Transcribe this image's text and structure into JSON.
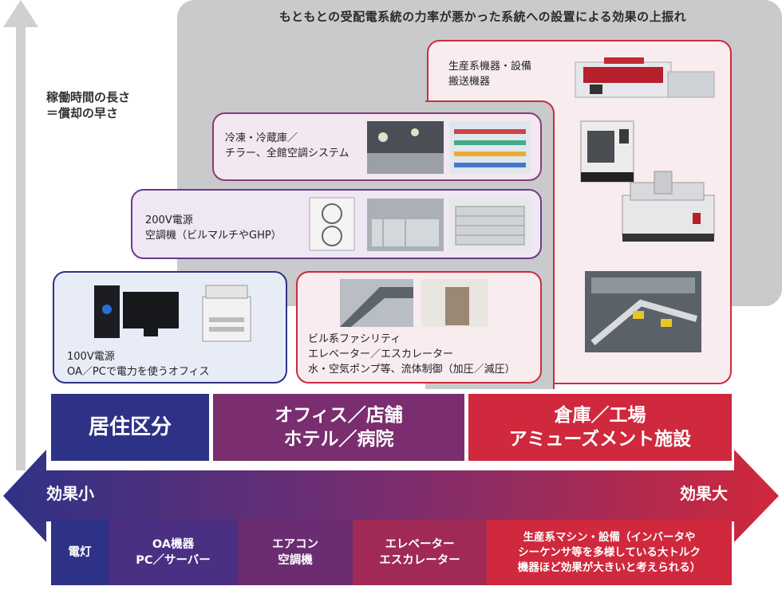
{
  "header": {
    "title": "もともとの受配電系統の力率が悪かった系統への設置による効果の上振れ"
  },
  "y_axis": {
    "label": "稼働時間の長さ\n＝償却の早さ"
  },
  "boxes": {
    "production": {
      "text": "生産系機器・設備\n搬送機器"
    },
    "refrigeration": {
      "text": "冷凍・冷蔵庫／\nチラー、全館空調システム"
    },
    "aircon200": {
      "text": "200V電源\n空調機（ビルマルチやGHP）"
    },
    "office100": {
      "text": "100V電源\nOA／PCで電力を使うオフィス"
    },
    "facility": {
      "text": "ビル系ファシリティ\nエレベーター／エスカレーター\n水・空気ポンプ等、流体制御（加圧／減圧）"
    }
  },
  "categories": [
    {
      "label": "居住区分",
      "color": "#2e3286"
    },
    {
      "label": "オフィス／店舗\nホテル／病院",
      "color": "#7a2d6f"
    },
    {
      "label": "倉庫／工場\nアミューズメント施設",
      "color": "#d0283c"
    }
  ],
  "effect_arrow": {
    "left": "効果小",
    "right": "効果大",
    "left_color": "#2e3286",
    "right_color": "#d0283c"
  },
  "equipment": [
    {
      "label": "電灯",
      "color": "#2e3286"
    },
    {
      "label": "OA機器\nPC／サーバー",
      "color": "#4a2f82"
    },
    {
      "label": "エアコン\n空調機",
      "color": "#6b2c72"
    },
    {
      "label": "エレベーター\nエスカレーター",
      "color": "#a02a55"
    },
    {
      "label": "生産系マシン・設備（インバータや\nシーケンサ等を多様している大トルク\n機器ほど効果が大きいと考えられる）",
      "color": "#d0283c"
    }
  ],
  "colors": {
    "gray_panel": "#c9cacb",
    "navy": "#2e3286",
    "purple": "#7a3d8c",
    "red": "#cf2a3d",
    "pink_fill": "#f8ecef",
    "lavender_fill": "#f1e8f3",
    "blue_fill": "#e8ecf7"
  }
}
